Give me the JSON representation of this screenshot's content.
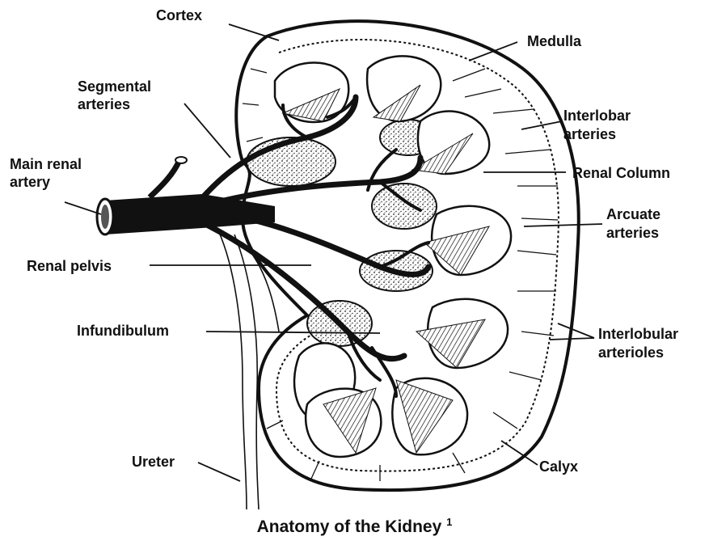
{
  "labels": {
    "cortex": "Cortex",
    "medulla": "Medulla",
    "segmental_1": "Segmental",
    "segmental_2": "arteries",
    "interlobar_1": "Interlobar",
    "interlobar_2": "arteries",
    "main_renal_1": "Main renal",
    "main_renal_2": "artery",
    "renal_column": "Renal Column",
    "arcuate_1": "Arcuate",
    "arcuate_2": "arteries",
    "renal_pelvis": "Renal pelvis",
    "infundibulum": "Infundibulum",
    "interlobular_1": "Interlobular",
    "interlobular_2": "arterioles",
    "ureter": "Ureter",
    "calyx": "Calyx"
  },
  "caption": {
    "title": "Anatomy of the Kidney",
    "footnote": "1"
  }
}
